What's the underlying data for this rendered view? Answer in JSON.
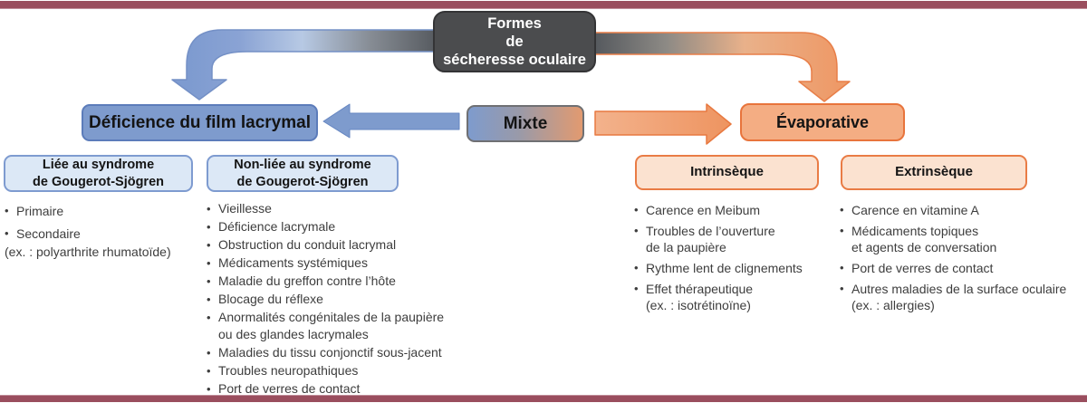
{
  "frame": {
    "bar_color": "#9a4e5e"
  },
  "colors": {
    "root_box_bg": "#4b4c4e",
    "blue_main": "#7e9bcd",
    "blue_border": "#5c7cba",
    "blue_light_bg": "#dce8f6",
    "orange_main": "#f4ad83",
    "orange_border": "#e8743c",
    "orange_light_bg": "#fbe2d0",
    "gradient_gray": "#54585d"
  },
  "root_box": {
    "lines": [
      "Formes",
      "de",
      "sécheresse oculaire"
    ]
  },
  "branches": {
    "deficience": "Déficience du film lacrymal",
    "mixte": "Mixte",
    "evaporative": "Évaporative"
  },
  "subgroups": {
    "liee": {
      "title_lines": [
        "Liée au syndrome",
        "de Gougerot-Sjögren"
      ],
      "items": [
        {
          "lines": [
            "Primaire"
          ]
        },
        {
          "lines": [
            "Secondaire",
            "(ex. : polyarthrite rhumatoïde)"
          ],
          "outdent": true
        }
      ]
    },
    "nonliee": {
      "title_lines": [
        "Non-liée au syndrome",
        "de Gougerot-Sjögren"
      ],
      "items": [
        {
          "lines": [
            "Vieillesse"
          ]
        },
        {
          "lines": [
            "Déficience lacrymale"
          ]
        },
        {
          "lines": [
            "Obstruction du conduit lacrymal"
          ]
        },
        {
          "lines": [
            "Médicaments systémiques"
          ]
        },
        {
          "lines": [
            "Maladie du greffon contre l’hôte"
          ]
        },
        {
          "lines": [
            "Blocage du réflexe"
          ]
        },
        {
          "lines": [
            "Anormalités congénitales de la paupière",
            "ou des glandes lacrymales"
          ]
        },
        {
          "lines": [
            "Maladies du tissu conjonctif sous-jacent"
          ]
        },
        {
          "lines": [
            "Troubles neuropathiques"
          ]
        },
        {
          "lines": [
            "Port de verres de contact"
          ]
        }
      ]
    },
    "intrinseque": {
      "title_lines": [
        "Intrinsèque"
      ],
      "items": [
        {
          "lines": [
            "Carence en Meibum"
          ]
        },
        {
          "lines": [
            "Troubles de l’ouverture",
            "de la paupière"
          ]
        },
        {
          "lines": [
            "Rythme lent de clignements"
          ]
        },
        {
          "lines": [
            "Effet thérapeutique",
            "(ex. : isotrétinoïne)"
          ]
        }
      ]
    },
    "extrinseque": {
      "title_lines": [
        "Extrinsèque"
      ],
      "items": [
        {
          "lines": [
            "Carence en vitamine A"
          ]
        },
        {
          "lines": [
            "Médicaments topiques",
            "et agents de conversation"
          ]
        },
        {
          "lines": [
            "Port de verres de contact"
          ]
        },
        {
          "lines": [
            "Autres maladies de la surface oculaire",
            "(ex. : allergies)"
          ]
        }
      ]
    }
  }
}
